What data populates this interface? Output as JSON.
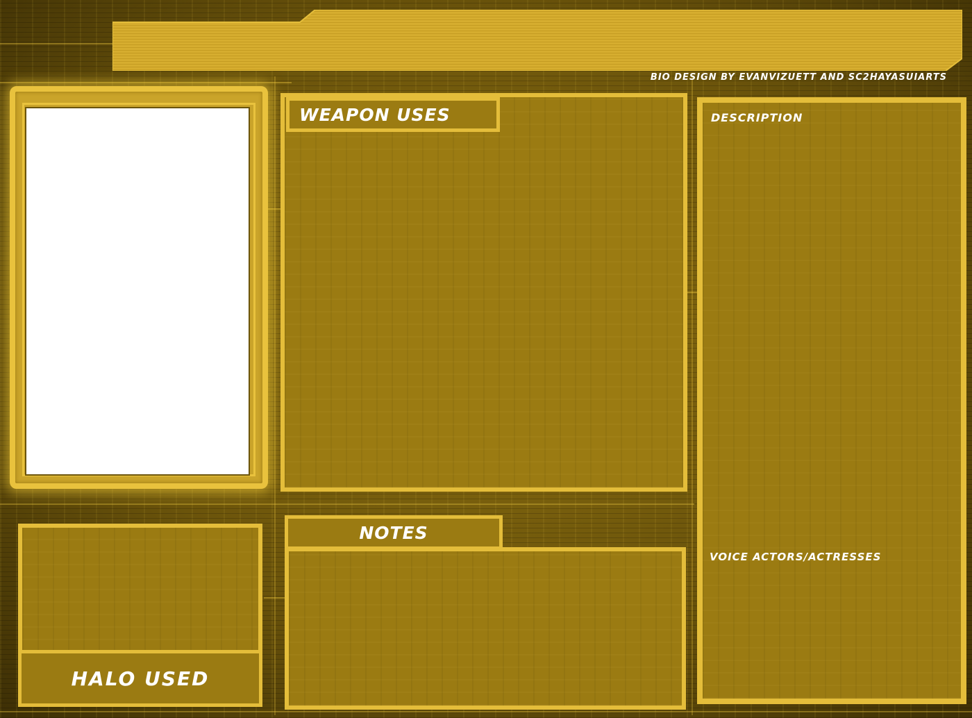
{
  "header": {
    "credit": "BIO DESIGN BY EVANVIZUETT AND SC2HAYASUIARTS"
  },
  "portrait": {
    "content": ""
  },
  "weapon_uses": {
    "title": "WEAPON USES"
  },
  "description": {
    "title": "DESCRIPTION",
    "voice_title": "VOICE ACTORS/ACTRESSES"
  },
  "halo_used": {
    "title": "HALO USED"
  },
  "notes": {
    "title": "NOTES"
  },
  "colors": {
    "frame": "#e4bd3a",
    "panel": "#9b7b12",
    "background": "#6b540b",
    "text": "#ffffff"
  }
}
